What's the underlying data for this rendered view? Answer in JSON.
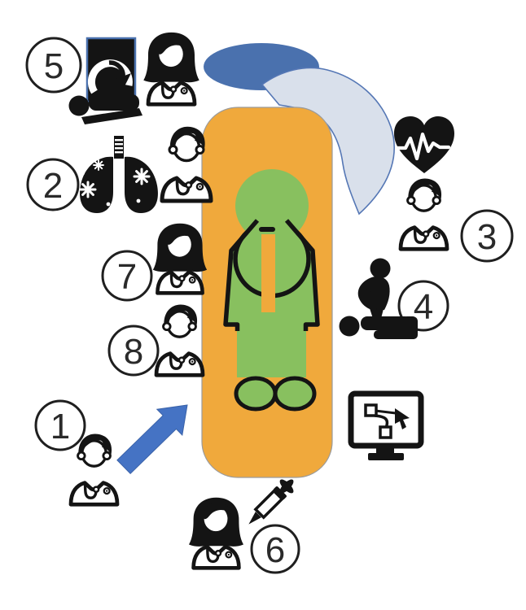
{
  "diagram": {
    "subject": "patient-on-spine-board",
    "numbers": [
      {
        "label": "1",
        "icon": "clinician-male, approach-arrow"
      },
      {
        "label": "2",
        "icon": "clinician-male, infected-lungs"
      },
      {
        "label": "3",
        "icon": "clinician-male, heart-ecg"
      },
      {
        "label": "4",
        "icon": "cpr-chest-compressions"
      },
      {
        "label": "5",
        "icon": "clinician-female, ultrasound-imaging"
      },
      {
        "label": "6",
        "icon": "clinician-female, medicine-dropper"
      },
      {
        "label": "7",
        "icon": "clinician-female"
      },
      {
        "label": "8",
        "icon": "clinician-male"
      }
    ],
    "unnumbered_icons": [
      "bed-head-ellipse",
      "turn-rotation-arrow",
      "monitor-bezier-tool"
    ]
  },
  "colors": {
    "board_orange": "#F0A93C",
    "patient_green": "#88C05F",
    "ellipse_blue": "#4A71AE",
    "band_fill": "#D9E0EB",
    "band_stroke": "#5577B5",
    "arrow_blue": "#4573C4",
    "icon_black": "#141414"
  }
}
